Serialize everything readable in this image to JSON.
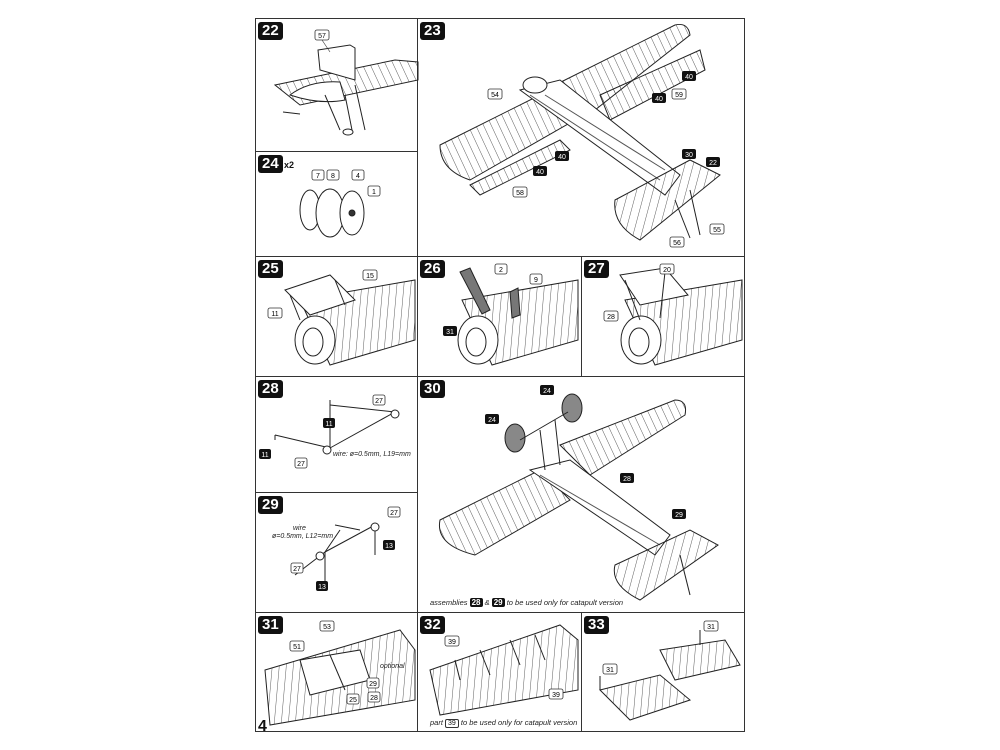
{
  "panels": {
    "p22": {
      "step": "22",
      "parts": [
        "57"
      ]
    },
    "p23": {
      "step": "23",
      "parts": [
        "54",
        "40",
        "40",
        "59",
        "40",
        "40",
        "58",
        "30",
        "22",
        "56",
        "55"
      ]
    },
    "p24": {
      "step": "24",
      "multiplier": "x2",
      "parts": [
        "7",
        "8",
        "4",
        "1"
      ]
    },
    "p25": {
      "step": "25",
      "parts": [
        "15",
        "11"
      ]
    },
    "p26": {
      "step": "26",
      "parts": [
        "2",
        "9",
        "31"
      ]
    },
    "p27": {
      "step": "27",
      "parts": [
        "20",
        "28"
      ]
    },
    "p28": {
      "step": "28",
      "parts": [
        "27",
        "11",
        "11",
        "27"
      ],
      "note": "wire: ø=0.5mm, L19=mm"
    },
    "p29": {
      "step": "29",
      "parts": [
        "27",
        "13",
        "27",
        "13"
      ],
      "note_line1": "wire",
      "note_line2": "ø=0.5mm, L12=mm"
    },
    "p30": {
      "step": "30",
      "parts": [
        "24",
        "24",
        "28",
        "29"
      ],
      "caption_prefix": "assemblies",
      "caption_a": "28",
      "caption_amp": "&",
      "caption_b": "29",
      "caption_suffix": "to be used only for catapult version"
    },
    "p31": {
      "step": "31",
      "parts": [
        "53",
        "51",
        "29",
        "25",
        "28"
      ],
      "note": "optional"
    },
    "p32": {
      "step": "32",
      "parts": [
        "39",
        "39"
      ],
      "caption_prefix": "part",
      "caption_part": "39",
      "caption_suffix": "to be used only for catapult version"
    },
    "p33": {
      "step": "33",
      "parts": [
        "31",
        "31"
      ]
    }
  },
  "page_number": "4"
}
